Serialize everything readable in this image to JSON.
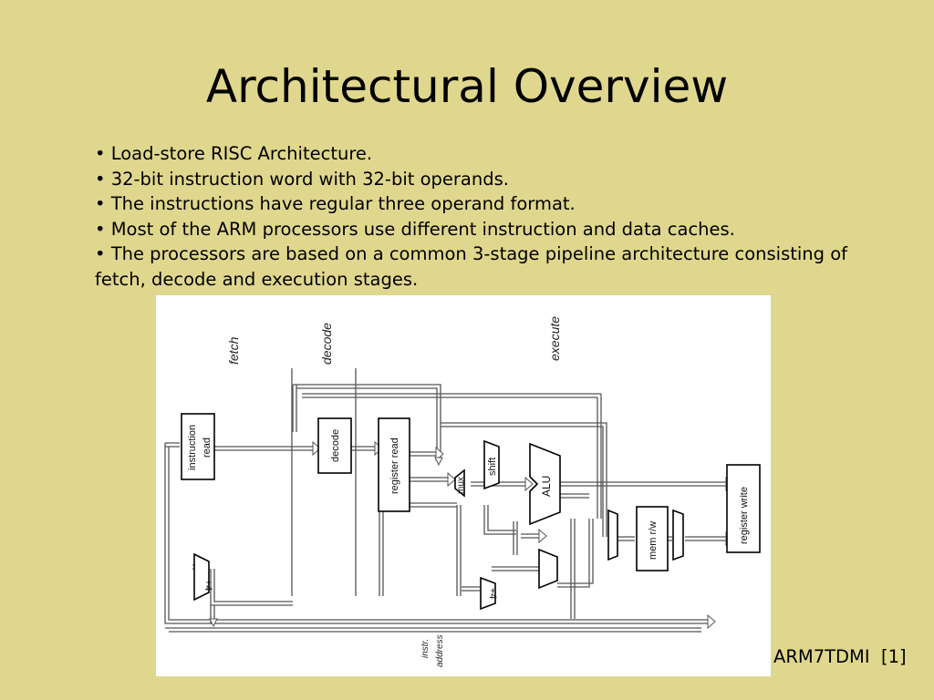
{
  "slide": {
    "title": "Architectural Overview",
    "bullets": [
      "• Load-store RISC Architecture.",
      "• 32-bit instruction word with 32-bit operands.",
      "• The instructions have regular three operand format.",
      "• Most of the ARM processors use different instruction and data caches.",
      "• The processors are based on a common 3-stage pipeline architecture consisting of fetch, decode and execution stages."
    ],
    "caption": "ARM7TDMI  [1]"
  },
  "diagram": {
    "stages": [
      "fetch",
      "decode",
      "execute"
    ],
    "blocks": {
      "instruction_read": [
        "instruction",
        "read"
      ],
      "decode": "decode",
      "register_read": "register read",
      "mux": "mux",
      "shift": "shift",
      "alu": "ALU",
      "mem_rw": "mem r/w",
      "register_write": "register write",
      "plus4_fetch": "+4",
      "plus4_exec": "+4"
    },
    "instr_address": [
      "instr.",
      "address"
    ]
  }
}
